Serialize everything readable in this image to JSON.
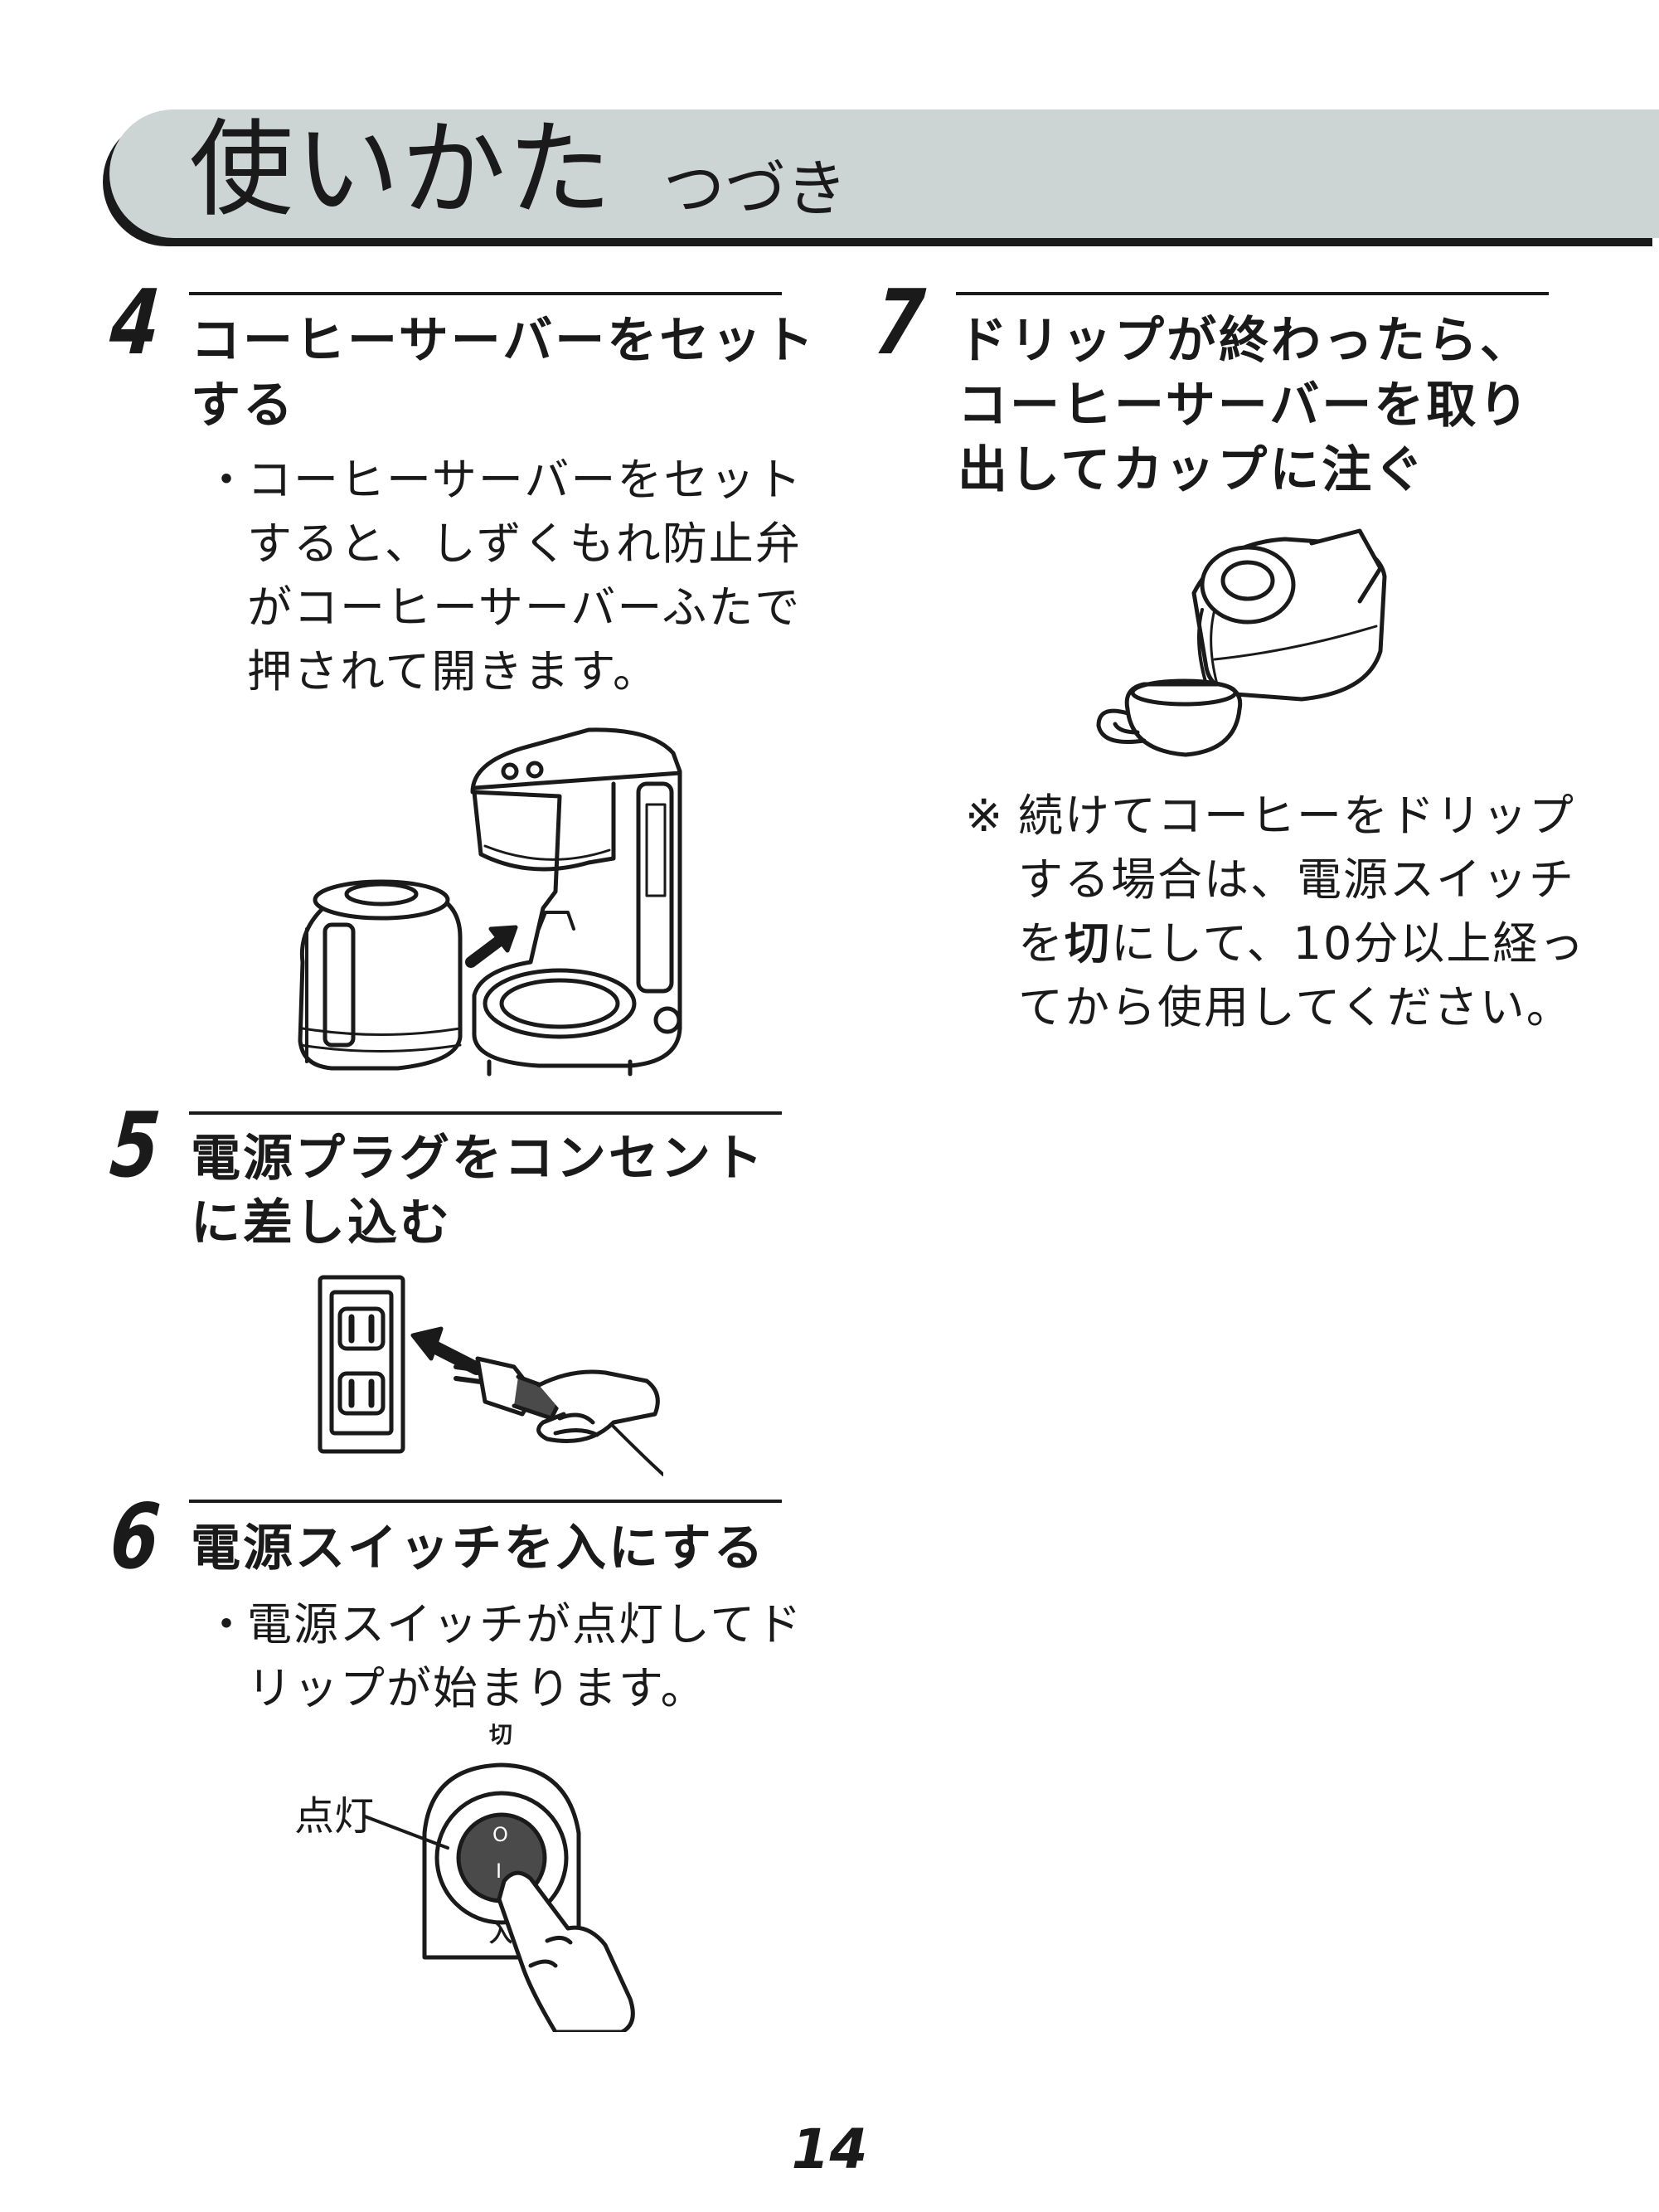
{
  "header": {
    "title": "使いかた",
    "subtitle": "つづき"
  },
  "steps": [
    {
      "number": "4",
      "title_lines": [
        "コーヒーサーバーをセット",
        "する"
      ],
      "bullet_lines": [
        "コーヒーサーバーをセット",
        "すると、しずくもれ防止弁",
        "がコーヒーサーバーふたで",
        "押されて開きます。"
      ]
    },
    {
      "number": "5",
      "title_lines": [
        "電源プラグをコンセント",
        "に差し込む"
      ]
    },
    {
      "number": "6",
      "title_lines": [
        "電源スイッチを入にする"
      ],
      "bullet_lines": [
        "電源スイッチが点灯してド",
        "リップが始まります。"
      ]
    },
    {
      "number": "7",
      "title_lines": [
        "ドリップが終わったら、",
        "コーヒーサーバーを取り",
        "出してカップに注ぐ"
      ]
    }
  ],
  "bullet_mark": "・",
  "note": {
    "mark": "※",
    "line1": "続けてコーヒーをドリップ",
    "line2": "する場合は、電源スイッチ",
    "line3_pre": "を",
    "line3_bold": "切",
    "line3_post": "にして、10分以上経っ",
    "line4": "てから使用してください。"
  },
  "switch_labels": {
    "lit": "点灯",
    "off": "切",
    "on": "入",
    "symbol_off": "O",
    "symbol_on": "I"
  },
  "page_number": "14"
}
